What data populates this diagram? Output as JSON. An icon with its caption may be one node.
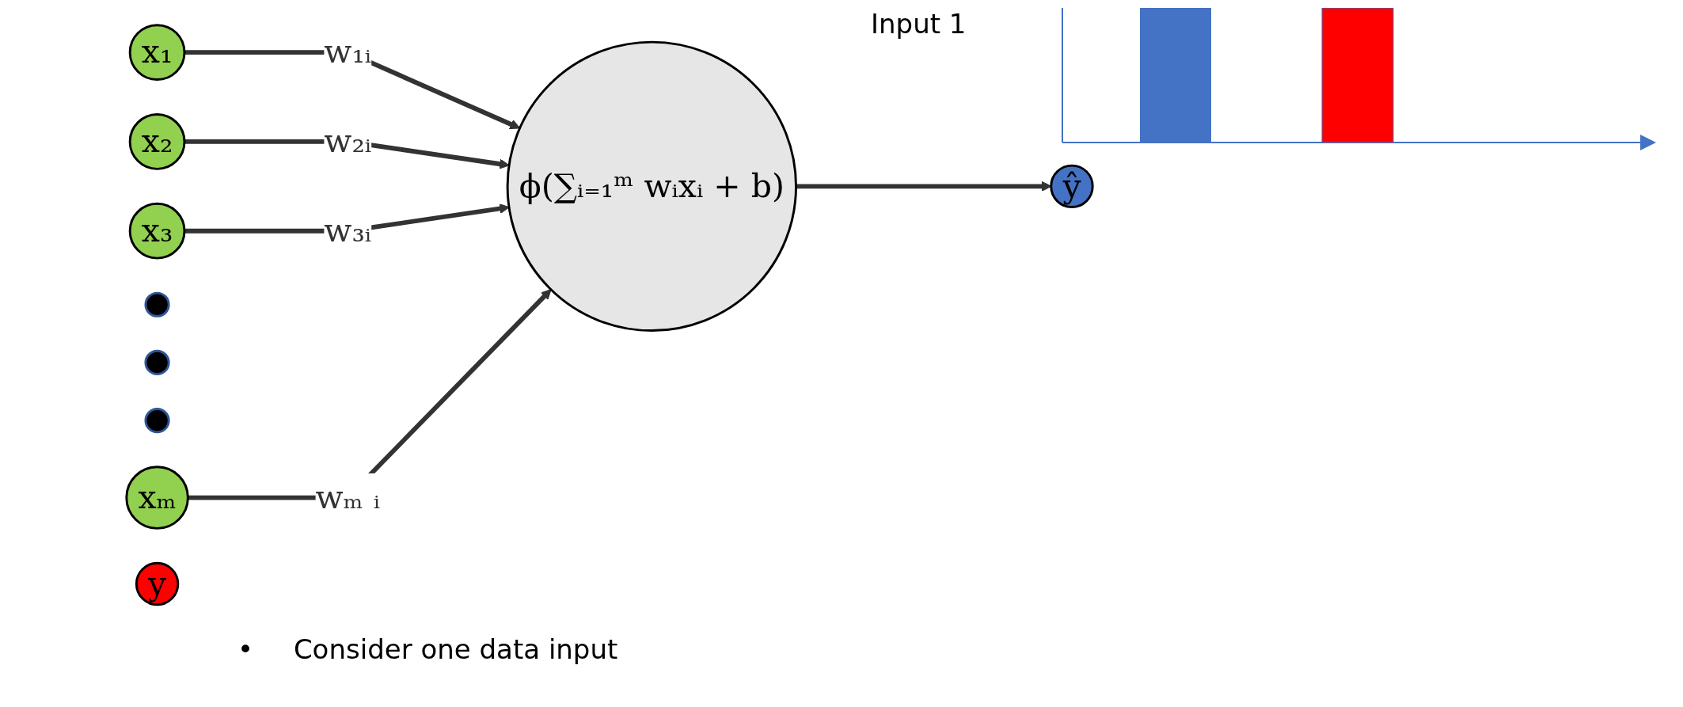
{
  "diagram": {
    "nodes": [
      {
        "text": [
          "x₁"
        ]
      },
      {
        "text": [
          "x₂"
        ]
      },
      {
        "text": [
          "x₃"
        ]
      },
      {
        "text": [],
        "shape": "circle"
      },
      {
        "text": [],
        "shape": "circle"
      },
      {
        "text": [],
        "shape": "circle"
      },
      {
        "text": [
          "xₘ"
        ]
      },
      {
        "text": [
          "ϕ(∑ᵢ₌₁ᵐ wᵢxᵢ + b)"
        ]
      },
      {
        "text": [
          "ŷ"
        ]
      },
      {
        "text": [
          "y"
        ]
      }
    ],
    "edges": [
      {
        "from": 0,
        "to": 7,
        "arrow": "to",
        "label": "w₁ᵢ"
      },
      {
        "from": 1,
        "to": 7,
        "arrow": "to",
        "label": "w₂ᵢ"
      },
      {
        "from": 2,
        "to": 7,
        "arrow": "to",
        "label": "w₃ᵢ"
      },
      {
        "from": 6,
        "to": 7,
        "arrow": "to",
        "label": "wₘ ᵢ"
      },
      {
        "from": 7,
        "to": 8,
        "arrow": "to"
      }
    ],
    "labels": [
      "Input 1",
      "•",
      "Consider one data input"
    ]
  }
}
